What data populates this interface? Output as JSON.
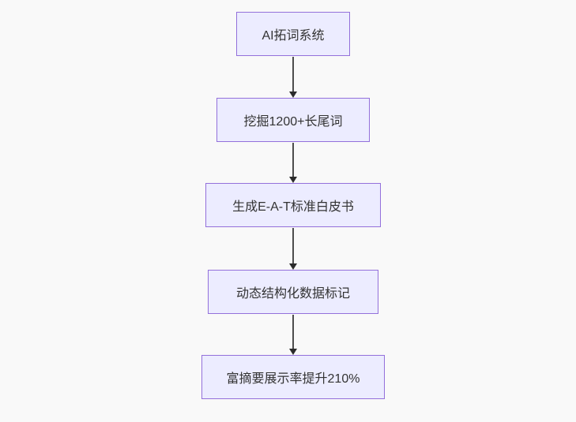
{
  "diagram": {
    "type": "flowchart",
    "direction": "top-down",
    "nodes": [
      {
        "id": "A",
        "label": "AI拓词系统"
      },
      {
        "id": "B",
        "label": "挖掘1200+长尾词"
      },
      {
        "id": "C",
        "label": "生成E-A-T标准白皮书"
      },
      {
        "id": "D",
        "label": "动态结构化数据标记"
      },
      {
        "id": "E",
        "label": "富摘要展示率提升210%"
      }
    ],
    "edges": [
      {
        "from": "A",
        "to": "B"
      },
      {
        "from": "B",
        "to": "C"
      },
      {
        "from": "C",
        "to": "D"
      },
      {
        "from": "D",
        "to": "E"
      }
    ],
    "colors": {
      "background": "#f9f9f9",
      "node_fill": "#ECECFF",
      "node_border": "#9370DB",
      "edge_line": "#4d4d4d",
      "edge_head": "#2b2b2b",
      "text": "#333333"
    }
  }
}
